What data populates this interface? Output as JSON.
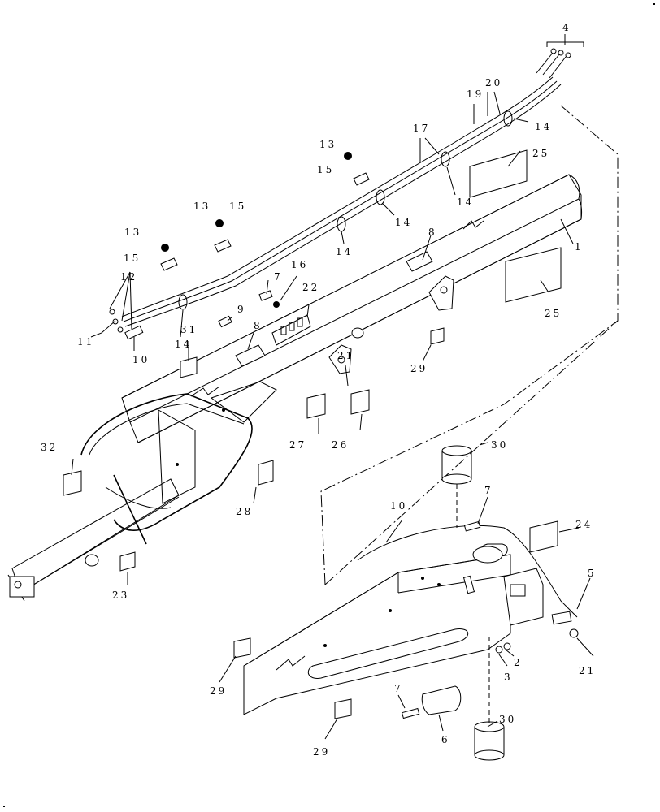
{
  "diagram": {
    "callouts": [
      {
        "id": "c1",
        "label": "1"
      },
      {
        "id": "c2",
        "label": "2"
      },
      {
        "id": "c3",
        "label": "3"
      },
      {
        "id": "c4",
        "label": "4"
      },
      {
        "id": "c5",
        "label": "5"
      },
      {
        "id": "c6",
        "label": "6"
      },
      {
        "id": "c7a",
        "label": "7"
      },
      {
        "id": "c7b",
        "label": "7"
      },
      {
        "id": "c7c",
        "label": "7"
      },
      {
        "id": "c8a",
        "label": "8"
      },
      {
        "id": "c8b",
        "label": "8"
      },
      {
        "id": "c9",
        "label": "9"
      },
      {
        "id": "c10a",
        "label": "10"
      },
      {
        "id": "c10b",
        "label": "10"
      },
      {
        "id": "c11",
        "label": "11"
      },
      {
        "id": "c12",
        "label": "12"
      },
      {
        "id": "c13a",
        "label": "13"
      },
      {
        "id": "c13b",
        "label": "13"
      },
      {
        "id": "c13c",
        "label": "13"
      },
      {
        "id": "c14a",
        "label": "14"
      },
      {
        "id": "c14b",
        "label": "14"
      },
      {
        "id": "c14c",
        "label": "14"
      },
      {
        "id": "c14d",
        "label": "14"
      },
      {
        "id": "c14e",
        "label": "14"
      },
      {
        "id": "c15a",
        "label": "15"
      },
      {
        "id": "c15b",
        "label": "15"
      },
      {
        "id": "c15c",
        "label": "15"
      },
      {
        "id": "c16",
        "label": "16"
      },
      {
        "id": "c17",
        "label": "17"
      },
      {
        "id": "c19",
        "label": "19"
      },
      {
        "id": "c20",
        "label": "20"
      },
      {
        "id": "c21a",
        "label": "21"
      },
      {
        "id": "c21b",
        "label": "21"
      },
      {
        "id": "c22",
        "label": "22"
      },
      {
        "id": "c23",
        "label": "23"
      },
      {
        "id": "c24",
        "label": "24"
      },
      {
        "id": "c25a",
        "label": "25"
      },
      {
        "id": "c25b",
        "label": "25"
      },
      {
        "id": "c26",
        "label": "26"
      },
      {
        "id": "c27",
        "label": "27"
      },
      {
        "id": "c28",
        "label": "28"
      },
      {
        "id": "c29a",
        "label": "29"
      },
      {
        "id": "c29b",
        "label": "29"
      },
      {
        "id": "c29c",
        "label": "29"
      },
      {
        "id": "c30a",
        "label": "30"
      },
      {
        "id": "c30b",
        "label": "30"
      },
      {
        "id": "c31",
        "label": "31"
      },
      {
        "id": "c32",
        "label": "32"
      }
    ]
  }
}
